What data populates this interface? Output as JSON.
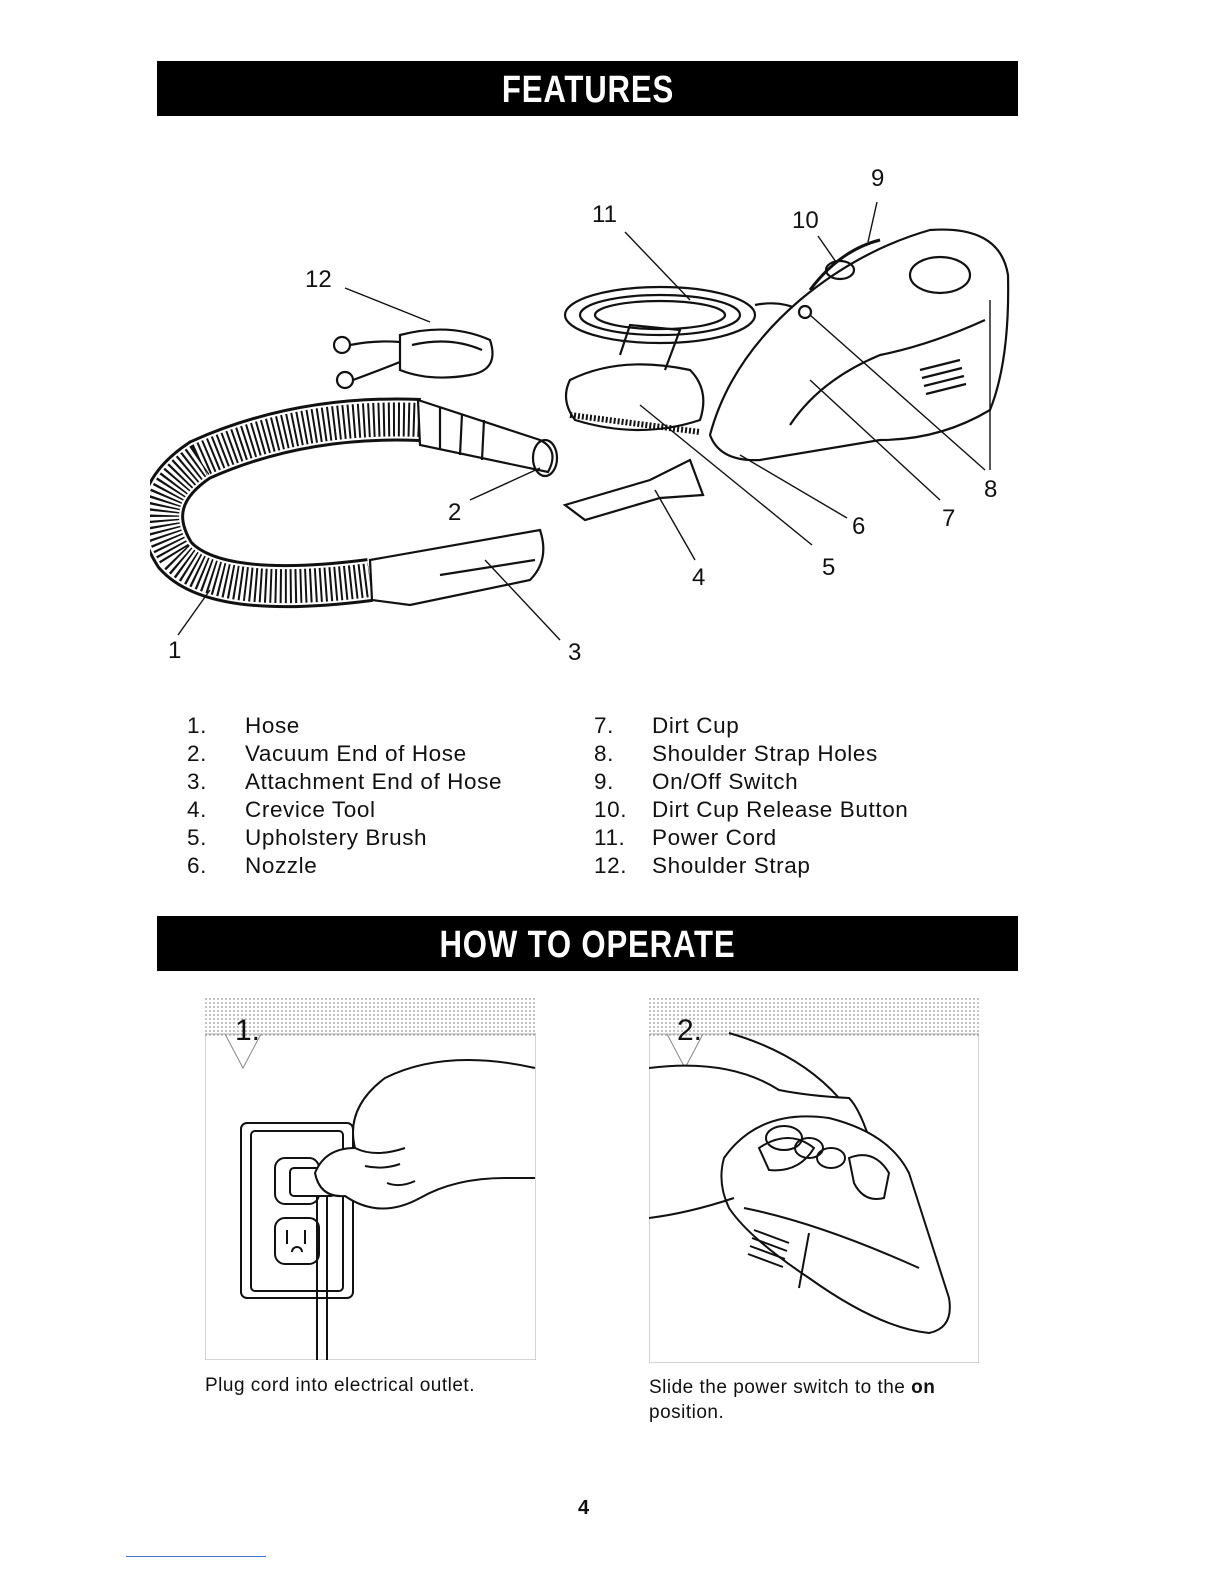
{
  "sections": {
    "features_title": "FEATURES",
    "operate_title": "HOW TO OPERATE"
  },
  "callouts": [
    "1",
    "2",
    "3",
    "4",
    "5",
    "6",
    "7",
    "8",
    "9",
    "10",
    "11",
    "12"
  ],
  "parts_left": [
    {
      "num": "1.",
      "label": "Hose"
    },
    {
      "num": "2.",
      "label": "Vacuum End of Hose"
    },
    {
      "num": "3.",
      "label": "Attachment End of Hose"
    },
    {
      "num": "4.",
      "label": "Crevice Tool"
    },
    {
      "num": "5.",
      "label": "Upholstery Brush"
    },
    {
      "num": "6.",
      "label": "Nozzle"
    }
  ],
  "parts_right": [
    {
      "num": "7.",
      "label": "Dirt Cup"
    },
    {
      "num": "8.",
      "label": "Shoulder Strap Holes"
    },
    {
      "num": "9.",
      "label": "On/Off Switch"
    },
    {
      "num": "10.",
      "label": "Dirt Cup Release Button"
    },
    {
      "num": "11.",
      "label": "Power Cord"
    },
    {
      "num": "12.",
      "label": "Shoulder Strap"
    }
  ],
  "steps": [
    {
      "number": "1.",
      "caption": "Plug cord into electrical outlet."
    },
    {
      "number": "2.",
      "caption_pre": "Slide the power switch to the ",
      "caption_bold": "on",
      "caption_post": " position."
    }
  ],
  "page_number": "4"
}
